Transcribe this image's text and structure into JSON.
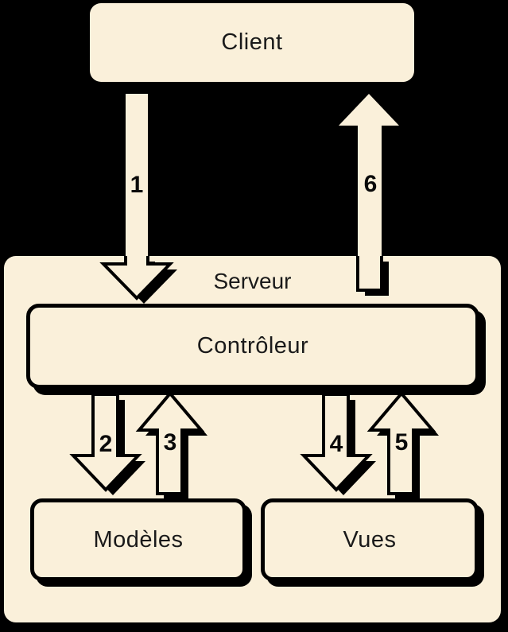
{
  "diagram": {
    "type": "mvc-architecture-flow",
    "nodes": {
      "client": {
        "label": "Client"
      },
      "serveur": {
        "label": "Serveur"
      },
      "controleur": {
        "label": "Contrôleur"
      },
      "modeles": {
        "label": "Modèles"
      },
      "vues": {
        "label": "Vues"
      }
    },
    "arrows": [
      {
        "label": "1",
        "from": "Client",
        "to": "Contrôleur",
        "direction": "down"
      },
      {
        "label": "2",
        "from": "Contrôleur",
        "to": "Modèles",
        "direction": "down"
      },
      {
        "label": "3",
        "from": "Modèles",
        "to": "Contrôleur",
        "direction": "up"
      },
      {
        "label": "4",
        "from": "Contrôleur",
        "to": "Vues",
        "direction": "down"
      },
      {
        "label": "5",
        "from": "Vues",
        "to": "Contrôleur",
        "direction": "up"
      },
      {
        "label": "6",
        "from": "Contrôleur",
        "to": "Client",
        "direction": "up"
      }
    ],
    "colors": {
      "background": "#000000",
      "box_fill": "#FAF0DA",
      "outline": "#000000",
      "shadow": "#000000",
      "text": "#1A1A1A"
    }
  }
}
